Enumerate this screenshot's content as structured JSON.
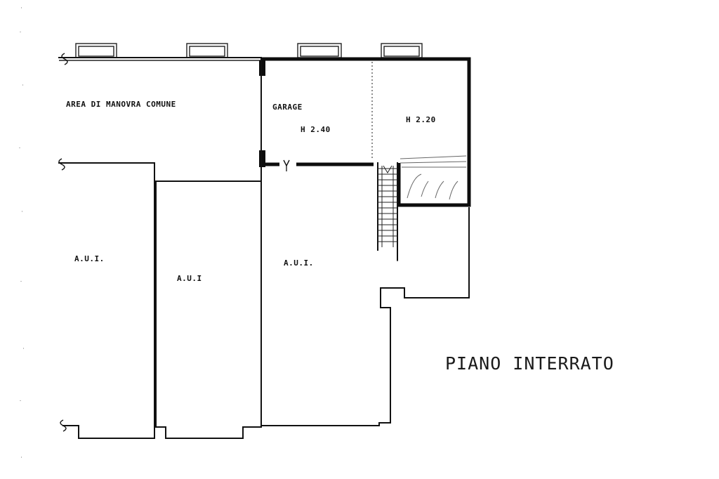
{
  "plan": {
    "title": "PIANO INTERRATO",
    "rooms": {
      "common_area": "AREA DI MANOVRA COMUNE",
      "garage": "GARAGE",
      "garage_height": "H 2.40",
      "storage_height": "H 2.20",
      "aui_left": "A.U.I.",
      "aui_middle": "A.U.I",
      "aui_right": "A.U.I."
    }
  }
}
